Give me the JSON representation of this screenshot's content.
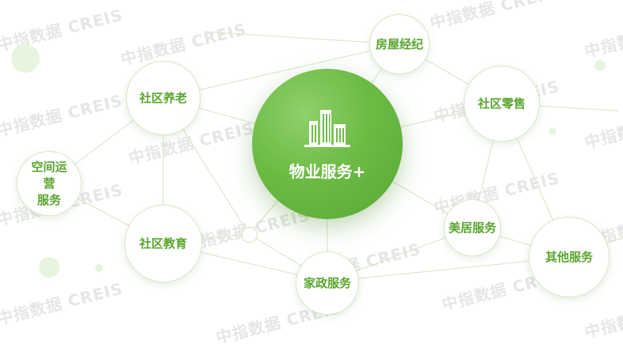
{
  "watermark_text": "中指数据 CREIS",
  "center": {
    "label": "物业服务+",
    "icon": "building-icon"
  },
  "nodes": [
    {
      "key": "fangwu",
      "label": "房屋经纪"
    },
    {
      "key": "shequyanglao",
      "label": "社区养老"
    },
    {
      "key": "shequlingshou",
      "label": "社区零售"
    },
    {
      "key": "kongjian",
      "label": "空间运营服务"
    },
    {
      "key": "shequjiaoyu",
      "label": "社区教育"
    },
    {
      "key": "meiju",
      "label": "美居服务"
    },
    {
      "key": "jiazheng",
      "label": "家政服务"
    },
    {
      "key": "qita",
      "label": "其他服务"
    }
  ],
  "colors": {
    "accent": "#5aa52e",
    "center_fill": "#6dbb45",
    "line": "#dbe8d0"
  }
}
